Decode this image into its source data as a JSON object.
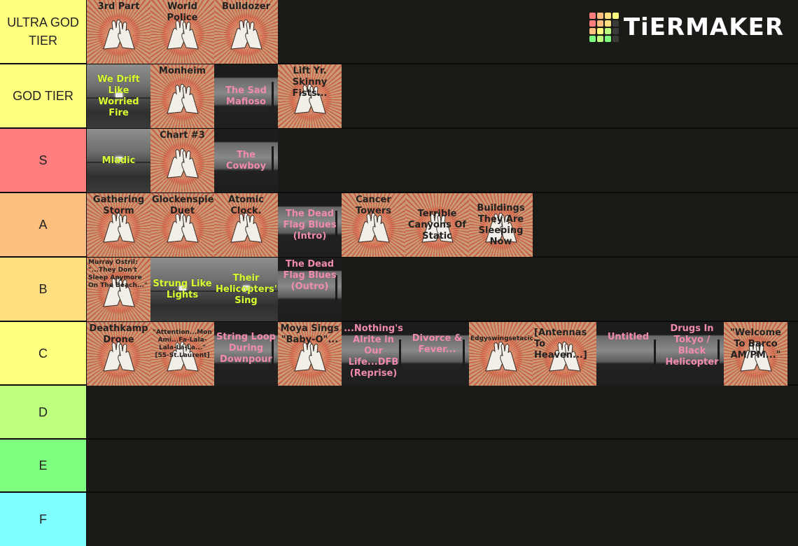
{
  "logo": {
    "text": "TiERMAKER",
    "grid_colors": [
      "#ff7f7f",
      "#ffbf7f",
      "#ffdf7f",
      "#ffff7f",
      "#ff7f7f",
      "#ffbf7f",
      "#ffdf7f",
      "#3a3a3a",
      "#ffbf7f",
      "#ffff7f",
      "#bfff7f",
      "#3a3a3a",
      "#7fff7f",
      "#bfff7f",
      "#7fff7f",
      "#3a3a3a"
    ]
  },
  "tiers": [
    {
      "label": "ULTRA GOD TIER",
      "color": "#ffff7f",
      "items": [
        {
          "title": "3rd Part",
          "style": "hands",
          "text": "dark"
        },
        {
          "title": "World Police",
          "style": "hands",
          "text": "dark"
        },
        {
          "title": "Bulldozer",
          "style": "hands",
          "text": "dark"
        }
      ]
    },
    {
      "label": "GOD TIER",
      "color": "#ffff7f",
      "items": [
        {
          "title": "We Drift Like Worried Fire",
          "style": "photo",
          "text": "lime"
        },
        {
          "title": "Monheim",
          "style": "hands",
          "text": "dark"
        },
        {
          "title": "The Sad Mafioso",
          "style": "horizon",
          "text": "pink"
        },
        {
          "title": "Lift Yr. Skinny Fists...",
          "style": "hands",
          "text": "dark"
        }
      ]
    },
    {
      "label": "S",
      "color": "#ff7f7f",
      "items": [
        {
          "title": "Mladic",
          "style": "photo",
          "text": "lime"
        },
        {
          "title": "Chart #3",
          "style": "hands",
          "text": "dark"
        },
        {
          "title": "The Cowboy",
          "style": "horizon",
          "text": "pink"
        }
      ]
    },
    {
      "label": "A",
      "color": "#ffbf7f",
      "items": [
        {
          "title": "Gathering Storm",
          "style": "hands",
          "text": "dark"
        },
        {
          "title": "Glockenspiel Duet",
          "style": "hands",
          "text": "dark"
        },
        {
          "title": "Atomic Clock.",
          "style": "hands",
          "text": "dark"
        },
        {
          "title": "The Dead Flag Blues (Intro)",
          "style": "horizon",
          "text": "pink"
        },
        {
          "title": "Cancer Towers",
          "style": "hands",
          "text": "dark"
        },
        {
          "title": "Terrible Canyons Of Static",
          "style": "hands",
          "text": "dark"
        },
        {
          "title": "Buildings They Are Sleeping Now",
          "style": "hands",
          "text": "dark"
        }
      ]
    },
    {
      "label": "B",
      "color": "#ffdf7f",
      "items": [
        {
          "title": "Murray Ostril: \"...They Don't Sleep Anymore On The Beach...\"",
          "style": "hands",
          "text": "dark-small"
        },
        {
          "title": "Strung Like Lights",
          "style": "photo",
          "text": "lime"
        },
        {
          "title": "Their Helicopters' Sing",
          "style": "photo",
          "text": "lime"
        },
        {
          "title": "The Dead Flag Blues (Outro)",
          "style": "horizon",
          "text": "pink"
        }
      ]
    },
    {
      "label": "C",
      "color": "#ffff7f",
      "items": [
        {
          "title": "Deathkamp Drone",
          "style": "hands",
          "text": "dark"
        },
        {
          "title": "\"Attention...Mon Ami...Fa-Lala-Lala-La-La...\" [55-St.Laurent]",
          "style": "hands",
          "text": "dark-small"
        },
        {
          "title": "String Loop During Downpour",
          "style": "horizon",
          "text": "pink"
        },
        {
          "title": "Moya Sings \"Baby-O\"...",
          "style": "hands",
          "text": "dark"
        },
        {
          "title": "...Nothing's Alrite in Our Life...DFB (Reprise)",
          "style": "horizon",
          "text": "pink"
        },
        {
          "title": "Divorce & Fever...",
          "style": "horizon",
          "text": "pink"
        },
        {
          "title": "Edgyswingsetacid",
          "style": "hands",
          "text": "dark-tiny"
        },
        {
          "title": "[Antennas To Heaven...]",
          "style": "hands",
          "text": "dark"
        },
        {
          "title": "Untitled",
          "style": "horizon",
          "text": "pink"
        },
        {
          "title": "Drugs In Tokyo / Black Helicopter",
          "style": "horizon",
          "text": "pink"
        },
        {
          "title": "\"Welcome To Barco AM/PM...\"",
          "style": "hands",
          "text": "dark"
        }
      ]
    },
    {
      "label": "D",
      "color": "#bfff7f",
      "items": []
    },
    {
      "label": "E",
      "color": "#7fff7f",
      "items": []
    },
    {
      "label": "F",
      "color": "#7fffff",
      "items": []
    }
  ]
}
